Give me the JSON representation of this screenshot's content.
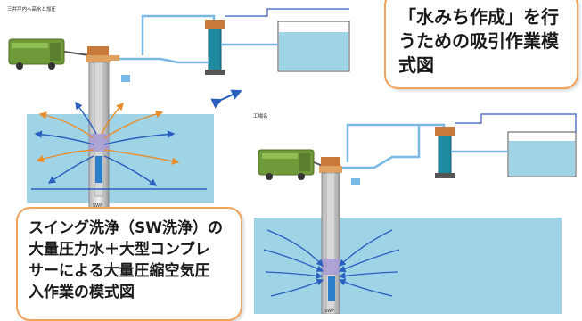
{
  "labels": {
    "top_title": "三井戸内へ高水と加圧",
    "right_title": "工場名",
    "swp_left": "SWP",
    "swp_right": "SWP"
  },
  "callout_top": {
    "lines": [
      "「水みち作成」を行",
      "うための吸引作業模",
      "式図"
    ]
  },
  "callout_bottom": {
    "lines": [
      "スイング洗浄（SW洗浄）の",
      "大量圧力水＋大型コンプレ",
      "サーによる大量圧縮空気圧",
      "入作業の模式図"
    ]
  },
  "colors": {
    "water": "#9fd3e6",
    "pipe": "#7ab8e6",
    "compressor": "#6f9a3a",
    "pump": "#1e8aa0",
    "callout_border": "#f0a35a",
    "arrow_blue": "#2a5fc0",
    "arrow_orange": "#e98c2a"
  }
}
